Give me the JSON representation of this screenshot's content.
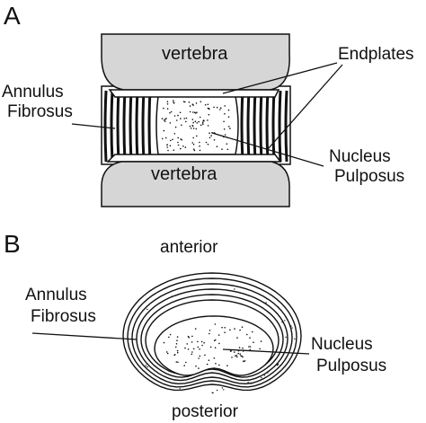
{
  "panel_a": {
    "letter": "A",
    "vertebra_top": "vertebra",
    "vertebra_bottom": "vertebra",
    "endplates": "Endplates",
    "annulus_line1": "Annulus",
    "annulus_line2": "Fibrosus",
    "nucleus_line1": "Nucleus",
    "nucleus_line2": "Pulposus"
  },
  "panel_b": {
    "letter": "B",
    "anterior": "anterior",
    "posterior": "posterior",
    "annulus_line1": "Annulus",
    "annulus_line2": "Fibrosus",
    "nucleus_line1": "Nucleus",
    "nucleus_line2": "Pulposus"
  },
  "colors": {
    "vertebra_fill": "#d6d6d6",
    "stroke": "#111111",
    "background": "#ffffff"
  }
}
